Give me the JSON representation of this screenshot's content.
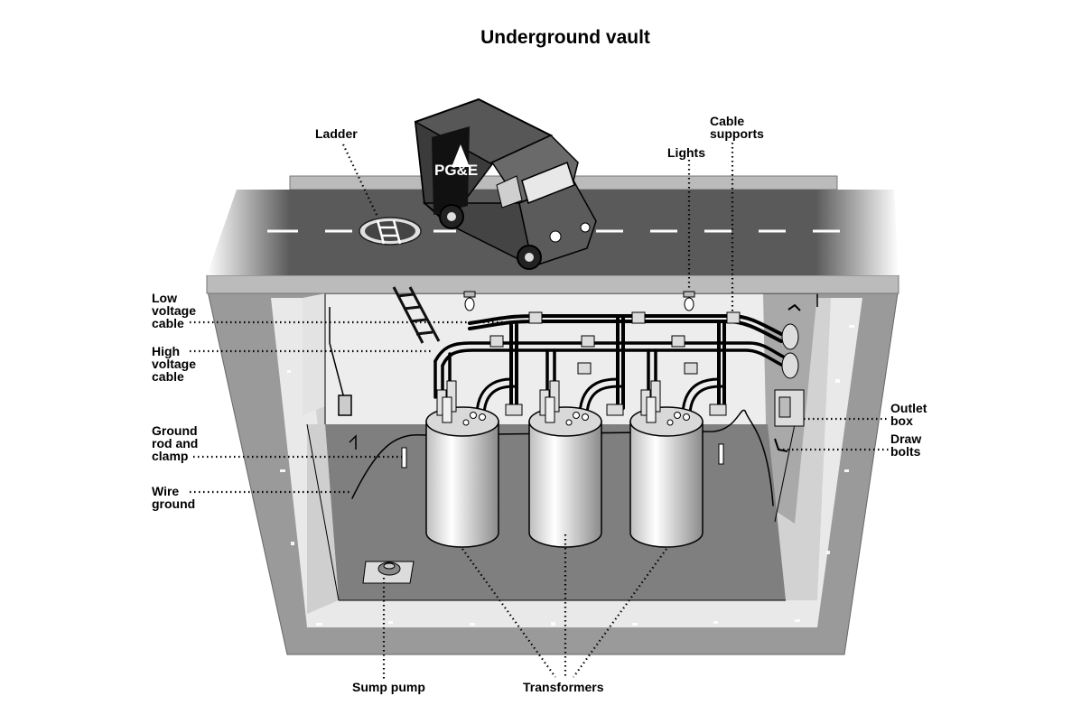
{
  "title": "Underground vault",
  "truck_logo": "PG&E",
  "labels": {
    "ladder": "Ladder",
    "lights": "Lights",
    "cable_supports": "Cable\nsupports",
    "low_voltage_cable": "Low\nvoltage\ncable",
    "high_voltage_cable": "High\nvoltage\ncable",
    "ground_rod_and_clamp": "Ground\nrod and\nclamp",
    "wire_ground": "Wire\nground",
    "outlet_box": "Outlet\nbox",
    "draw_bolts": "Draw\nbolts",
    "sump_pump": "Sump pump",
    "transformers": "Transformers"
  }
}
